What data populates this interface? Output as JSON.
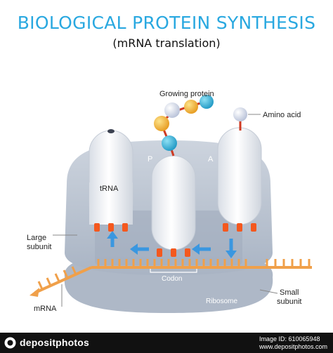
{
  "title": "BIOLOGICAL PROTEIN SYNTHESIS",
  "subtitle": "(mRNA translation)",
  "labels": {
    "growing_protein": "Growing protein",
    "amino_acid": "Amino acid",
    "trna": "tRNA",
    "site_p": "P",
    "site_a": "A",
    "large_subunit_1": "Large",
    "large_subunit_2": "subunit",
    "codon": "Codon",
    "ribosome": "Ribosome",
    "small_subunit_1": "Small",
    "small_subunit_2": "subunit",
    "mrna": "mRNA"
  },
  "footer": {
    "brand": "depositphotos",
    "image_id": "Image ID: 610065948",
    "site": "www.depositphotos.com"
  },
  "colors": {
    "title": "#29a8e0",
    "ribosome": "#b9c3d1",
    "trna": "#eef1f5",
    "anticodon": "#f4581e",
    "arrow": "#3a97e0",
    "mrna": "#f0a04a",
    "bead_blue": "#29b4d8",
    "bead_yellow": "#f2b43a",
    "bead_white": "#e4e8f3"
  }
}
